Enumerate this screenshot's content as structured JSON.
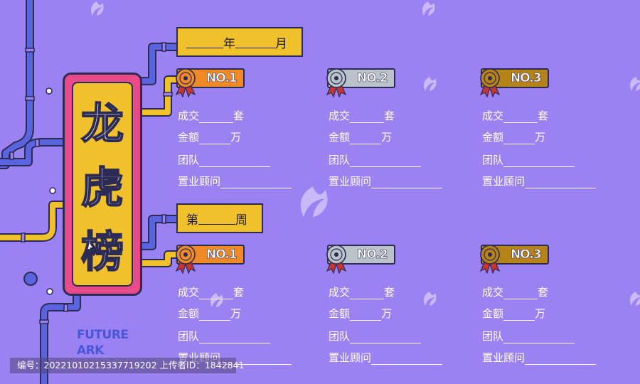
{
  "header": {
    "year_month_plate": {
      "year_label": "年",
      "month_label": "月"
    },
    "week_plate": {
      "prefix": "第",
      "suffix": "周"
    }
  },
  "title": {
    "chars": [
      "龙",
      "虎",
      "榜"
    ]
  },
  "ranks": [
    {
      "label": "NO.1",
      "color": "#f08a26"
    },
    {
      "label": "NO.2",
      "color": "#b9c3c9"
    },
    {
      "label": "NO.3",
      "color": "#b78318"
    }
  ],
  "fields": {
    "deals": {
      "prefix": "成交",
      "suffix": "套"
    },
    "amount": {
      "prefix": "金额",
      "suffix": "万"
    },
    "team": {
      "prefix": "团队"
    },
    "consultant": {
      "prefix": "置业顾问"
    }
  },
  "brand": {
    "line1": "FUTURE",
    "line2": "ARK"
  },
  "footer": {
    "text": "编号：20221010215337719202 上传者ID：1842841"
  },
  "colors": {
    "background": "#9b82f3",
    "plate": "#f0c12a",
    "title_frame": "#e84a8a",
    "pipe_blue": "#5a63e0",
    "pipe_yellow": "#f0c12a",
    "outline": "#2b2b55"
  }
}
